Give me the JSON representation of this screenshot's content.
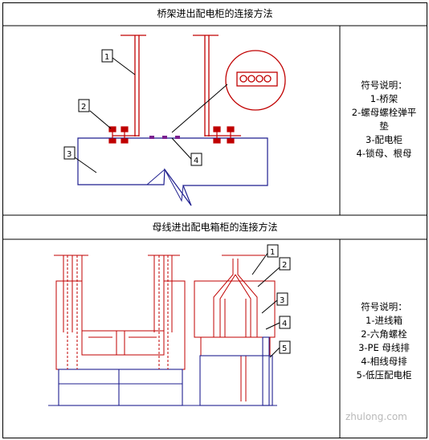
{
  "section1": {
    "title": "桥架进出配电柜的连接方法",
    "legend_heading": "符号说明：",
    "legend_items": [
      "1-桥架",
      "2-螺母螺栓弹平",
      "垫",
      "3-配电柜",
      "4-锁母、根母"
    ],
    "callouts": [
      "1",
      "2",
      "3",
      "4"
    ]
  },
  "section2": {
    "title": "母线进出配电箱柜的连接方法",
    "legend_heading": "符号说明：",
    "legend_items": [
      "1-进线箱",
      "2-六角螺栓",
      "3-PE 母线排",
      "4-相线母排",
      "5-低压配电柜"
    ],
    "callouts": [
      "1",
      "2",
      "3",
      "4",
      "5"
    ]
  },
  "watermark": "zhulong.com",
  "colors": {
    "red": "#c00000",
    "blue": "#1f1f8f",
    "black": "#000000"
  }
}
